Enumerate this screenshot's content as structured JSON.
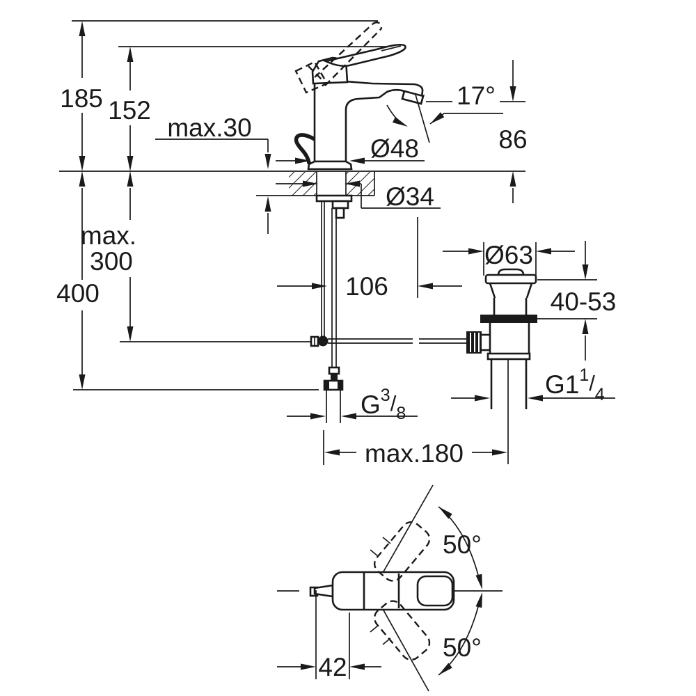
{
  "drawing": {
    "background": "#ffffff",
    "line_color": "#1a1a1a",
    "side_view": {
      "height_total_mm": "185",
      "height_to_lever_mm": "152",
      "deck_thickness": "max.30",
      "spout_angle": "17°",
      "spout_outlet_height_mm": "86",
      "base_diameter": "Ø48",
      "mounting_hole_diameter": "Ø34",
      "supply_depth_label": "max.",
      "supply_depth_value": "300",
      "supply_height_mm": "400",
      "spout_reach_mm": "106",
      "hose_thread": {
        "base": "G",
        "sup": "3",
        "slash": "/",
        "sub": "8"
      },
      "rough_in_width": "max.180"
    },
    "drain": {
      "flange_diameter": "Ø63",
      "clamping_range_mm": "40-53",
      "waste_thread": {
        "base": "G1",
        "sup": "1",
        "slash": "/",
        "sub": "4"
      }
    },
    "top_view": {
      "swing_angle_upper": "50°",
      "swing_angle_lower": "50°",
      "handle_width_mm": "42"
    }
  }
}
